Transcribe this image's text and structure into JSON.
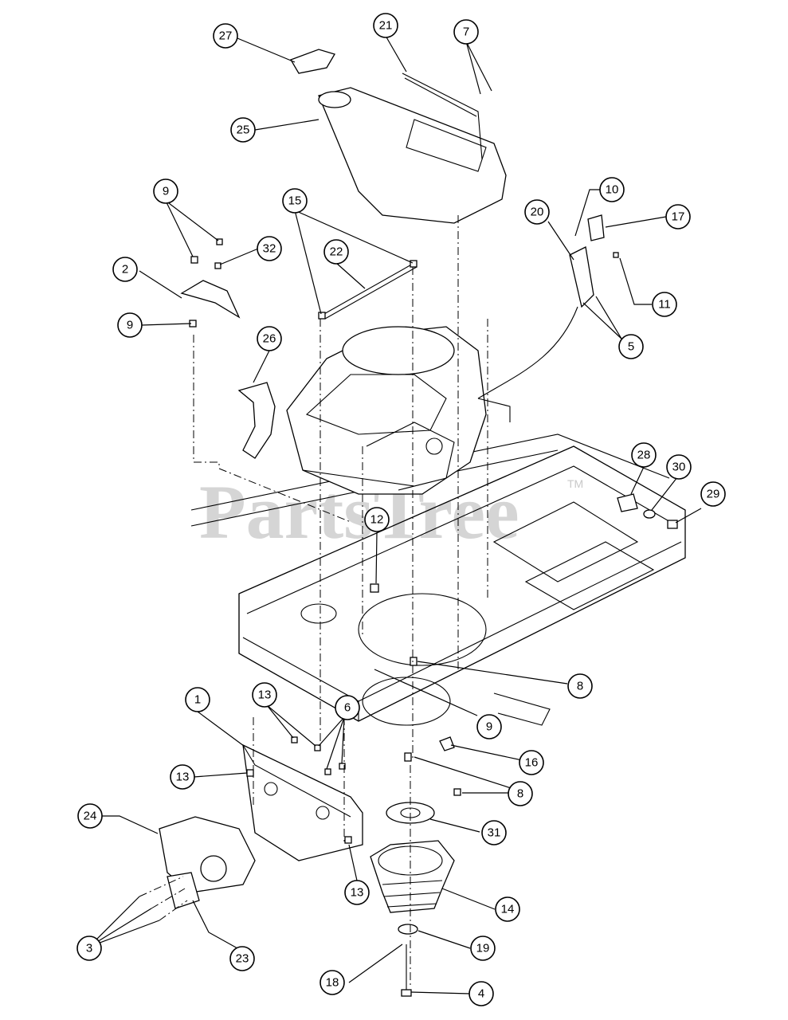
{
  "watermark": {
    "text": "PartsTree",
    "tm": "TM"
  },
  "colors": {
    "line": "#000000",
    "background": "#ffffff",
    "watermark": "#c8c8c8"
  },
  "callouts": [
    {
      "id": "c27",
      "label": "27"
    },
    {
      "id": "c21",
      "label": "21"
    },
    {
      "id": "c7",
      "label": "7"
    },
    {
      "id": "c25",
      "label": "25"
    },
    {
      "id": "c9a",
      "label": "9"
    },
    {
      "id": "c15",
      "label": "15"
    },
    {
      "id": "c10",
      "label": "10"
    },
    {
      "id": "c17",
      "label": "17"
    },
    {
      "id": "c20",
      "label": "20"
    },
    {
      "id": "c32",
      "label": "32"
    },
    {
      "id": "c22",
      "label": "22"
    },
    {
      "id": "c2",
      "label": "2"
    },
    {
      "id": "c11",
      "label": "11"
    },
    {
      "id": "c9b",
      "label": "9"
    },
    {
      "id": "c5",
      "label": "5"
    },
    {
      "id": "c26",
      "label": "26"
    },
    {
      "id": "c28",
      "label": "28"
    },
    {
      "id": "c30",
      "label": "30"
    },
    {
      "id": "c29",
      "label": "29"
    },
    {
      "id": "c12",
      "label": "12"
    },
    {
      "id": "c8a",
      "label": "8"
    },
    {
      "id": "c1",
      "label": "1"
    },
    {
      "id": "c13a",
      "label": "13"
    },
    {
      "id": "c6",
      "label": "6"
    },
    {
      "id": "c9c",
      "label": "9"
    },
    {
      "id": "c16",
      "label": "16"
    },
    {
      "id": "c13b",
      "label": "13"
    },
    {
      "id": "c8b",
      "label": "8"
    },
    {
      "id": "c24",
      "label": "24"
    },
    {
      "id": "c31",
      "label": "31"
    },
    {
      "id": "c13c",
      "label": "13"
    },
    {
      "id": "c14",
      "label": "14"
    },
    {
      "id": "c3",
      "label": "3"
    },
    {
      "id": "c23",
      "label": "23"
    },
    {
      "id": "c19",
      "label": "19"
    },
    {
      "id": "c18",
      "label": "18"
    },
    {
      "id": "c4",
      "label": "4"
    }
  ]
}
